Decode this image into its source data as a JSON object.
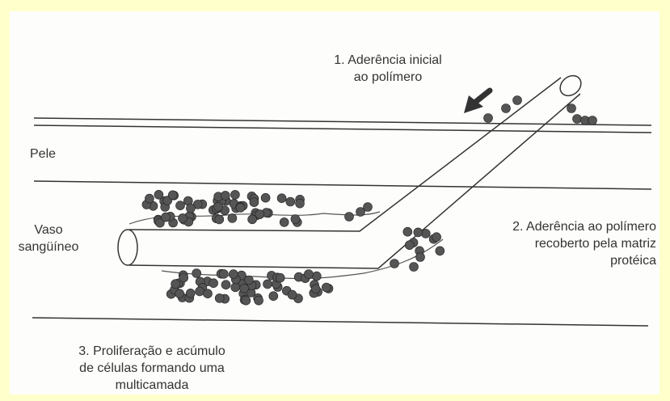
{
  "labels": {
    "step1": {
      "line1": "1. Aderência inicial",
      "line2": "ao polímero"
    },
    "step2": {
      "line1": "2. Aderência ao polímero",
      "line2": "recoberto pela matriz",
      "line3": "protéica"
    },
    "step3": {
      "line1": "3. Proliferação e acúmulo",
      "line2": "de células formando uma",
      "line3": "multicamada"
    },
    "skin": "Pele",
    "vessel": {
      "line1": "Vaso",
      "line2": "sangüíneo"
    }
  },
  "colors": {
    "background": "#ffffcc",
    "paper": "#fdfdfb",
    "ink": "#333333",
    "cell": "#555555"
  }
}
